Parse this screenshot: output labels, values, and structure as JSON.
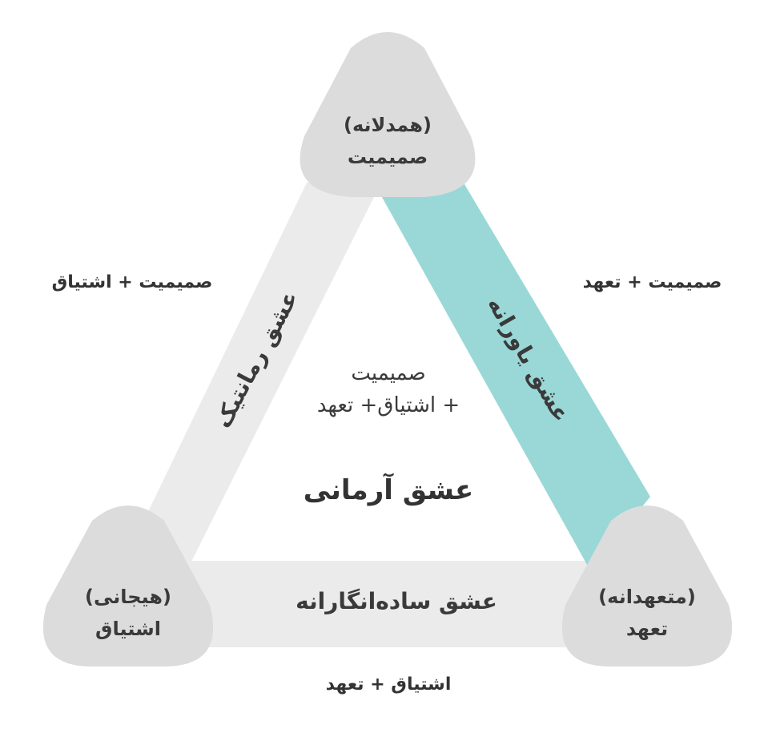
{
  "colors": {
    "band_light": "#ebebeb",
    "band_teal": "#99d8d6",
    "vertex_fill": "#dcdcdc",
    "text": "#333333"
  },
  "vertices": {
    "top": {
      "subtitle": "(همدلانه)",
      "label": "صمیمیت"
    },
    "left": {
      "subtitle": "(هیجانی)",
      "label": "اشتیاق"
    },
    "right": {
      "subtitle": "(متعهدانه)",
      "label": "تعهد"
    }
  },
  "sides": {
    "left": {
      "band_label": "عشق رمانتیک",
      "combo": "صمیمیت + اشتیاق"
    },
    "right": {
      "band_label": "عشق یاورانه",
      "combo": "صمیمیت + تعهد"
    },
    "bottom": {
      "band_label": "عشق ساده‌انگارانه",
      "combo": "اشتیاق + تعهد"
    }
  },
  "center": {
    "combo_line1": "صمیمیت",
    "combo_line2": "+ اشتیاق+ تعهد",
    "title": "عشق آرمانی"
  }
}
